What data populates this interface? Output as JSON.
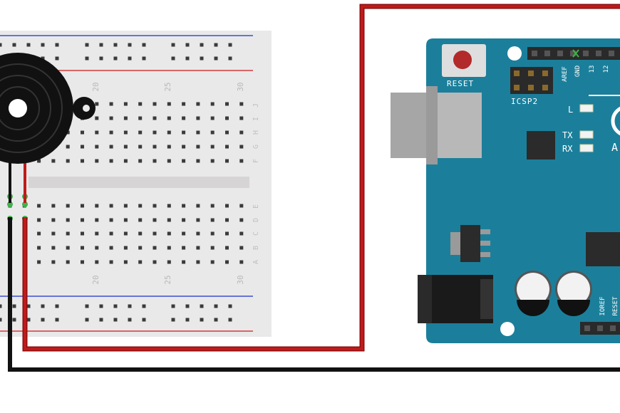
{
  "colors": {
    "breadboard": "#e9e9e9",
    "breadboard_channel": "#d6d4d4",
    "rail_blue": "#3a4fd0",
    "rail_red": "#d63a3a",
    "hole": "#3a3a3a",
    "board": "#1b7f9b",
    "wire_red": "#c01a1a",
    "wire_black": "#111111",
    "buzzer": "#111111",
    "led_pad": "#f3f3f3",
    "reset_button": "#b22a2a",
    "chip": "#2b2b2b",
    "usb": "#b8b8b8",
    "jack": "#1a1a1a",
    "active_pin_green": "#3fb34a"
  },
  "breadboard": {
    "column_numbers": [
      "20",
      "25",
      "30"
    ],
    "row_letters_top": [
      "J",
      "I",
      "H",
      "G",
      "F"
    ],
    "row_letters_bottom": [
      "E",
      "D",
      "C",
      "B",
      "A"
    ]
  },
  "components": {
    "buzzer": {
      "icon": "piezo-buzzer-icon"
    }
  },
  "arduino": {
    "reset_label": "RESET",
    "icsp_label": "ICSP2",
    "header_labels": [
      "AREF",
      "GND",
      "13",
      "12"
    ],
    "led_labels": [
      "L",
      "TX",
      "RX"
    ],
    "power_labels": [
      "IOREF",
      "RESET"
    ],
    "logo_partial": "A"
  }
}
